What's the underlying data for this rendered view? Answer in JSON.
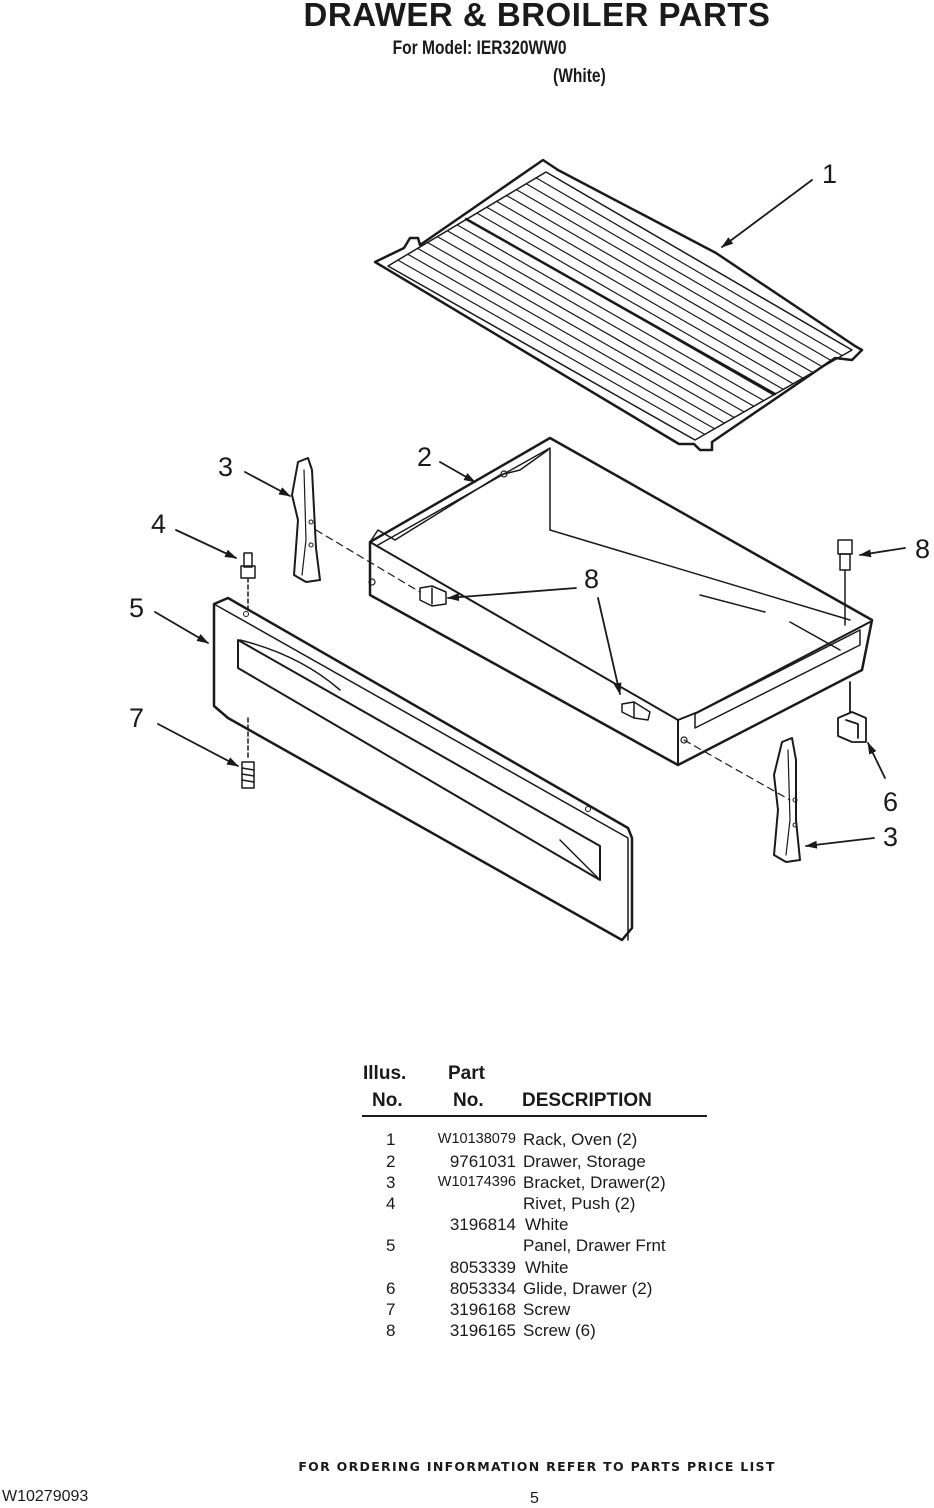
{
  "header": {
    "title": "DRAWER & BROILER PARTS",
    "model_line": "For Model: IER320WW0",
    "color_line": "(White)"
  },
  "diagram": {
    "callouts": [
      "1",
      "2",
      "3",
      "4",
      "5",
      "7",
      "8",
      "8",
      "6",
      "3"
    ]
  },
  "parts_table": {
    "headers": {
      "illus_top": "Illus.",
      "illus_bottom": "No.",
      "part_top": "Part",
      "part_bottom": "No.",
      "description": "DESCRIPTION"
    },
    "rows": [
      {
        "num": "1",
        "part": "W10138079",
        "desc": "Rack, Oven (2)"
      },
      {
        "num": "2",
        "part": "9761031",
        "desc": "Drawer, Storage"
      },
      {
        "num": "3",
        "part": "W10174396",
        "desc": "Bracket, Drawer(2)"
      },
      {
        "num": "4",
        "part": "",
        "desc": "Rivet, Push (2)"
      },
      {
        "num": "",
        "part": "3196814",
        "desc": "White"
      },
      {
        "num": "5",
        "part": "",
        "desc": "Panel, Drawer Frnt"
      },
      {
        "num": "",
        "part": "8053339",
        "desc": "White"
      },
      {
        "num": "6",
        "part": "8053334",
        "desc": "Glide, Drawer (2)"
      },
      {
        "num": "7",
        "part": "3196168",
        "desc": "Screw"
      },
      {
        "num": "8",
        "part": "3196165",
        "desc": "Screw (6)"
      }
    ]
  },
  "footer": {
    "ordering_note": "FOR ORDERING INFORMATION REFER TO PARTS PRICE LIST",
    "doc_number": "W10279093",
    "page_number": "5"
  }
}
